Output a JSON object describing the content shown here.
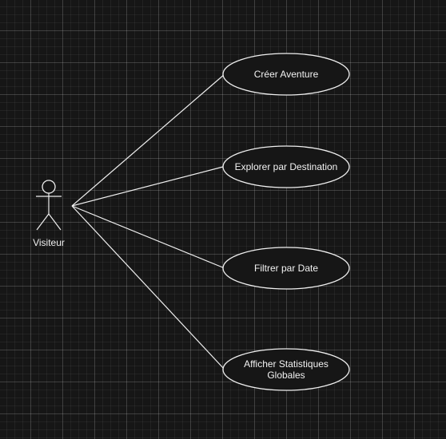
{
  "diagram": {
    "actor": {
      "name": "Visiteur"
    },
    "use_cases": [
      {
        "label": "Créer Aventure"
      },
      {
        "label": "Explorer par Destination"
      },
      {
        "label": "Filtrer par Date"
      },
      {
        "label": "Afficher Statistiques\nGlobales"
      }
    ]
  },
  "colors": {
    "background": "#161616",
    "stroke": "#f0f0f0",
    "text": "#f2f2f2"
  }
}
